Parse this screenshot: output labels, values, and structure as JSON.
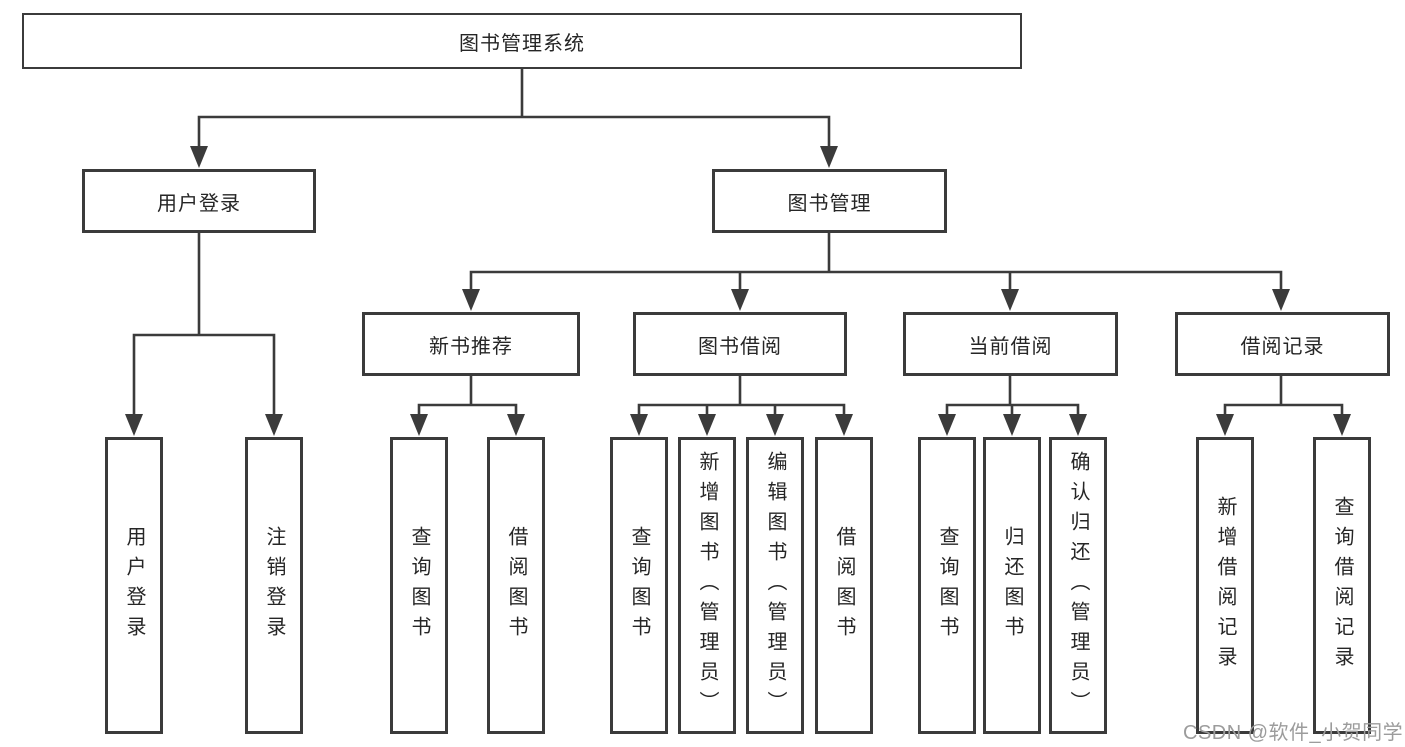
{
  "diagram": {
    "root": {
      "label": "图书管理系统"
    },
    "children": [
      {
        "label": "用户登录",
        "children": [
          {
            "label": "用户登录"
          },
          {
            "label": "注销登录"
          }
        ]
      },
      {
        "label": "图书管理",
        "children": [
          {
            "label": "新书推荐",
            "children": [
              {
                "label": "查询图书"
              },
              {
                "label": "借阅图书"
              }
            ]
          },
          {
            "label": "图书借阅",
            "children": [
              {
                "label": "查询图书"
              },
              {
                "label": "新增图书（管理员）"
              },
              {
                "label": "编辑图书（管理员）"
              },
              {
                "label": "借阅图书"
              }
            ]
          },
          {
            "label": "当前借阅",
            "children": [
              {
                "label": "查询图书"
              },
              {
                "label": "归还图书"
              },
              {
                "label": "确认归还（管理员）"
              }
            ]
          },
          {
            "label": "借阅记录",
            "children": [
              {
                "label": "新增借阅记录"
              },
              {
                "label": "查询借阅记录"
              }
            ]
          }
        ]
      }
    ]
  },
  "watermark": "CSDN @软件_小贺同学",
  "colors": {
    "box_border": "#3b3b3b",
    "connector": "#3b3b3b",
    "text": "#262626",
    "background": "#ffffff",
    "watermark": "#9c9c9c"
  }
}
